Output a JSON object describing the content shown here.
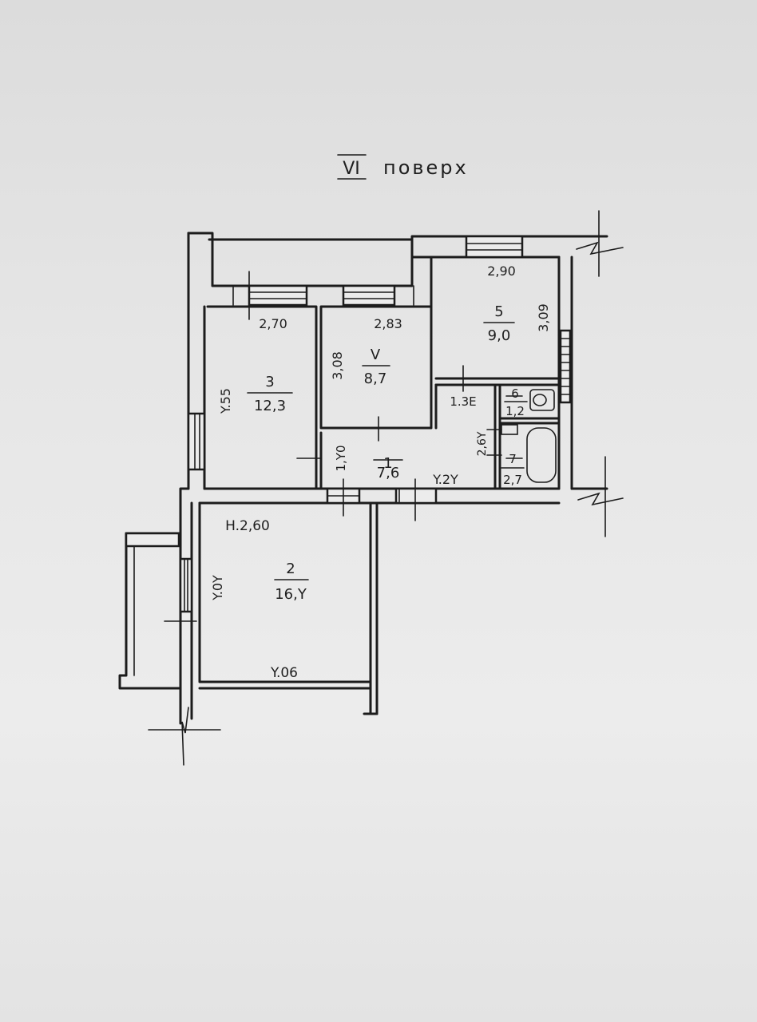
{
  "title": {
    "floor_numeral": "VI",
    "floor_word": "поверх"
  },
  "rooms": {
    "r1": {
      "number": "1",
      "area": "7,6"
    },
    "r2": {
      "number": "2",
      "area": "16,Y"
    },
    "r3": {
      "number": "3",
      "area": "12,3"
    },
    "r4": {
      "number": "V",
      "area": "8,7"
    },
    "r5": {
      "number": "5",
      "area": "9,0"
    },
    "r6": {
      "number": "6",
      "area": "1,2"
    },
    "r7": {
      "number": "7",
      "area": "2,7"
    }
  },
  "dimensions": {
    "d_270": "2,70",
    "d_283": "2,83",
    "d_290": "2,90",
    "d_309": "3,09",
    "d_308": "3,08",
    "d_455": "Y.55",
    "d_140": "1,Y0",
    "d_424": "Y.2Y",
    "d_135": "1.3E",
    "d_264": "2,6Y",
    "d_height": "H.2,60",
    "d_404": "Y.0Y",
    "d_406": "Y.06"
  },
  "colors": {
    "ink": "#1c1c1c",
    "paper": "#e6e6e6"
  }
}
